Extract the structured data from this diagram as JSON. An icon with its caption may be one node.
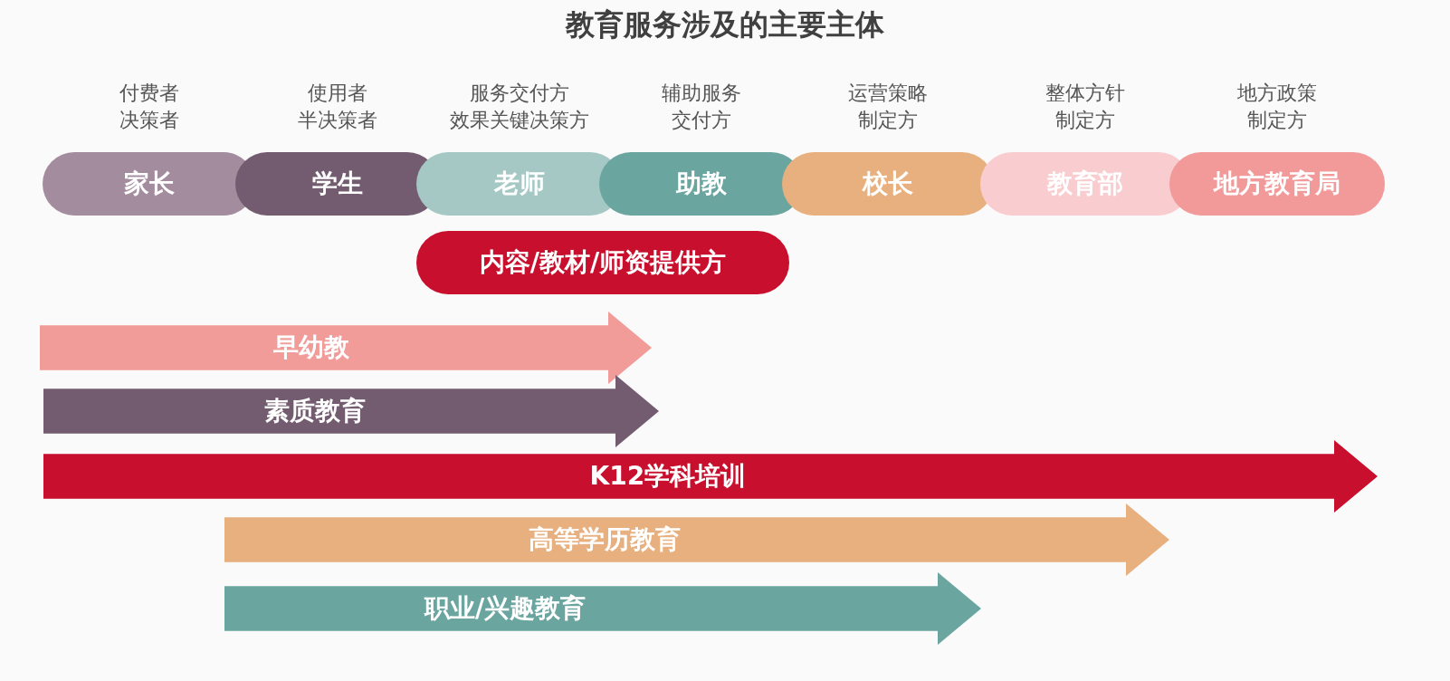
{
  "diagram": {
    "title": "教育服务涉及的主要主体",
    "nodes": [
      {
        "text": [
          "付费者决策者",
          "家长"
        ]
      },
      {
        "text": [
          "使用者半决策者",
          "学生"
        ]
      },
      {
        "text": [
          "服务交付方效果关键决策方",
          "老师"
        ]
      },
      {
        "text": [
          "辅助服务交付方",
          "助教"
        ]
      },
      {
        "text": [
          "运营策略制定方",
          "校长"
        ]
      },
      {
        "text": [
          "整体方针制定方",
          "教育部"
        ]
      },
      {
        "text": [
          "地方政策制定方",
          "地方教育局"
        ]
      },
      {
        "text": [
          "内容/教材/师资提供方"
        ]
      },
      {
        "text": [
          "早幼教"
        ]
      },
      {
        "text": [
          "素质教育"
        ]
      },
      {
        "text": [
          "K12学科培训"
        ]
      },
      {
        "text": [
          "高等学历教育"
        ]
      },
      {
        "text": [
          "职业/兴趣教育"
        ]
      }
    ],
    "edges": []
  }
}
